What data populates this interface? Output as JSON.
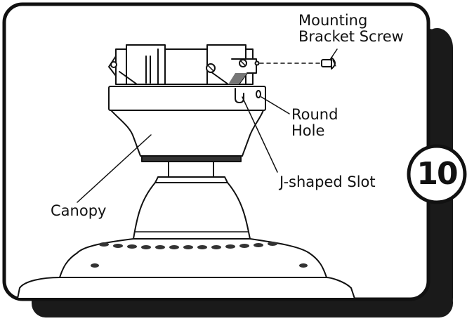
{
  "labels": {
    "mounting_bracket_screw_line1": "Mounting",
    "mounting_bracket_screw_line2": "Bracket Screw",
    "round_hole_line1": "Round",
    "round_hole_line2": "Hole",
    "j_shaped_slot": "J-shaped Slot",
    "canopy": "Canopy"
  },
  "step": {
    "number": "10"
  },
  "colors": {
    "ink": "#111111",
    "frame_shadow": "#1a1a1a",
    "background": "#ffffff"
  }
}
